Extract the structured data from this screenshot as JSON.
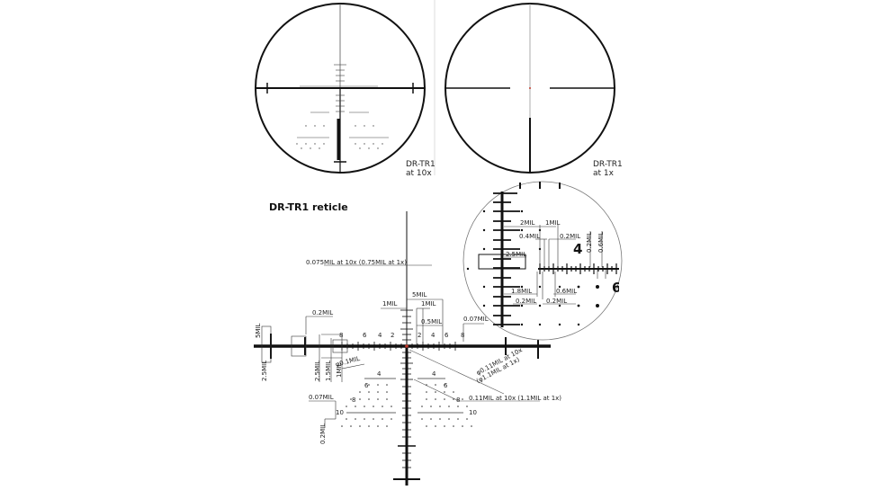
{
  "figure": {
    "title": "DR-TR1 reticle",
    "views": [
      {
        "id": "10x",
        "label_line1": "DR-TR1",
        "label_line2": "at 10x"
      },
      {
        "id": "1x",
        "label_line1": "DR-TR1",
        "label_line2": "at 1x"
      }
    ],
    "colors": {
      "line": "#111111",
      "annotation": "#3a35c8",
      "center_dot": "#c0392b"
    },
    "stadia_labels_horizontal": [
      "8",
      "6",
      "4",
      "2",
      "2",
      "4",
      "6",
      "8"
    ],
    "stadia_labels_vertical": [
      "4",
      "6",
      "8",
      "10"
    ],
    "annotations": {
      "line_width": "0.075MIL at 10x (0.75MIL at 1x)",
      "center_dot": "φ0.11MIL at 10x",
      "center_dot_1x": "(φ1.1MIL at 1x)",
      "dot_size": "0.11MIL at 10x  (1.1MIL at 1x)",
      "dot_small": "φ0.1MIL",
      "d_5mil_top": "5MIL",
      "d_1mil_left": "1MIL",
      "d_1mil_right": "1MIL",
      "d_05mil": "0.5MIL",
      "d_007mil_right": "0.07MIL",
      "d_02mil_top": "0.2MIL",
      "d_5mil_post": "5MIL",
      "d_25mil_a": "2.5MIL",
      "d_25mil_b": "2.5MIL",
      "d_15mil": "1.5MIL",
      "d_1mil_v": "1MIL",
      "d_007mil_left": "0.07MIL",
      "d_02mil_v": "0.2MIL"
    },
    "magnified": {
      "labels": [
        "2MIL",
        "1MIL",
        "0.4MIL",
        "0.2MIL",
        "2.5MIL",
        "1.8MIL",
        "0.6MIL",
        "0.2MIL",
        "0.2MIL",
        "0.2MIL",
        "0.6MIL"
      ],
      "number": "4",
      "number2": "6"
    }
  }
}
